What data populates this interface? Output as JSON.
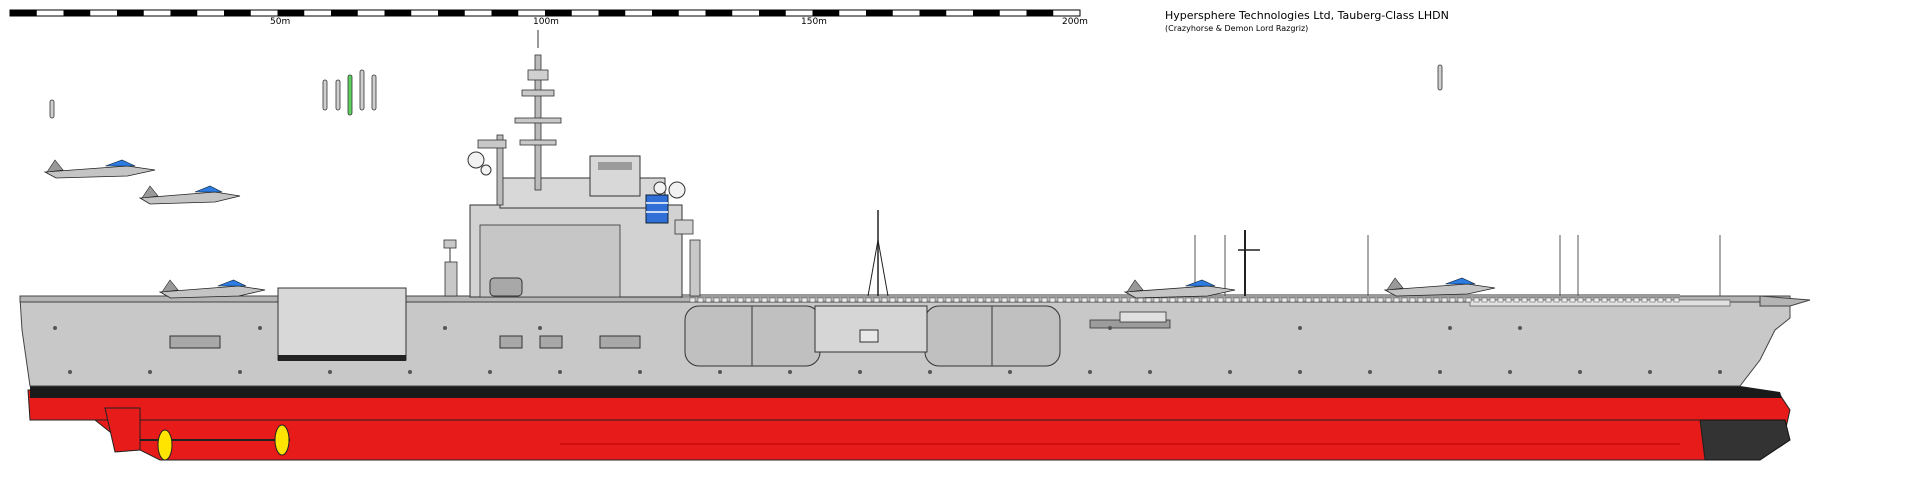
{
  "title": "Hypersphere Technologies Ltd, Tauberg-Class LHDN",
  "subtitle": "(Crazyhorse & Demon Lord Razgriz)",
  "scale_bar": {
    "ticks": [
      "50m",
      "100m",
      "150m",
      "200m"
    ]
  },
  "colors": {
    "hull_upper": "#c8c8c8",
    "hull_lower": "#e81b1b",
    "boot_top": "#1a1a1a",
    "deck": "#b4b4b4",
    "island": "#d2d2d2",
    "propeller": "#ffe400",
    "radar_blue": "#2f6fd6",
    "aircraft_blue": "#2b7be0"
  }
}
